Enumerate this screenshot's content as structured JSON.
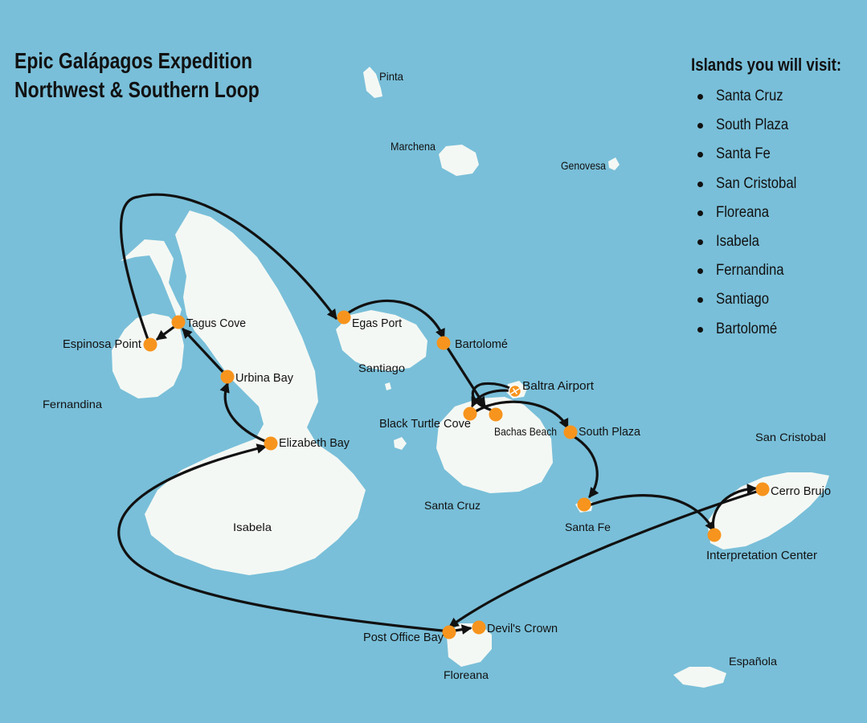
{
  "title": {
    "line1": "Epic Galápagos Expedition",
    "line2": "Northwest & Southern Loop"
  },
  "legend": {
    "title": "Islands you will visit:",
    "items": [
      "Santa Cruz",
      "South Plaza",
      "Santa Fe",
      "San Cristobal",
      "Floreana",
      "Isabela",
      "Fernandina",
      "Santiago",
      "Bartolomé"
    ]
  },
  "island_labels": {
    "pinta": "Pinta",
    "marchena": "Marchena",
    "genovesa": "Genovesa",
    "fernandina": "Fernandina",
    "santiago": "Santiago",
    "isabela": "Isabela",
    "santa_cruz": "Santa Cruz",
    "santa_fe": "Santa Fe",
    "san_cristobal": "San Cristobal",
    "floreana": "Floreana",
    "espanola": "Española"
  },
  "stops": {
    "espinosa_point": "Espinosa Point",
    "tagus_cove": "Tagus Cove",
    "urbina_bay": "Urbina Bay",
    "elizabeth_bay": "Elizabeth Bay",
    "egas_port": "Egas Port",
    "bartolome": "Bartolomé",
    "baltra_airport": "Baltra Airport",
    "black_turtle_cove": "Black Turtle Cove",
    "bachas_beach": "Bachas Beach",
    "south_plaza": "South Plaza",
    "cerro_brujo": "Cerro Brujo",
    "interpretation_center": "Interpretation Center",
    "post_office_bay": "Post Office Bay",
    "devils_crown": "Devil's Crown"
  },
  "colors": {
    "sea": "#79bfd9",
    "land": "#f4f8f4",
    "stop": "#f7941d",
    "route": "#111111"
  },
  "icons": {
    "airport": "airplane-icon"
  }
}
